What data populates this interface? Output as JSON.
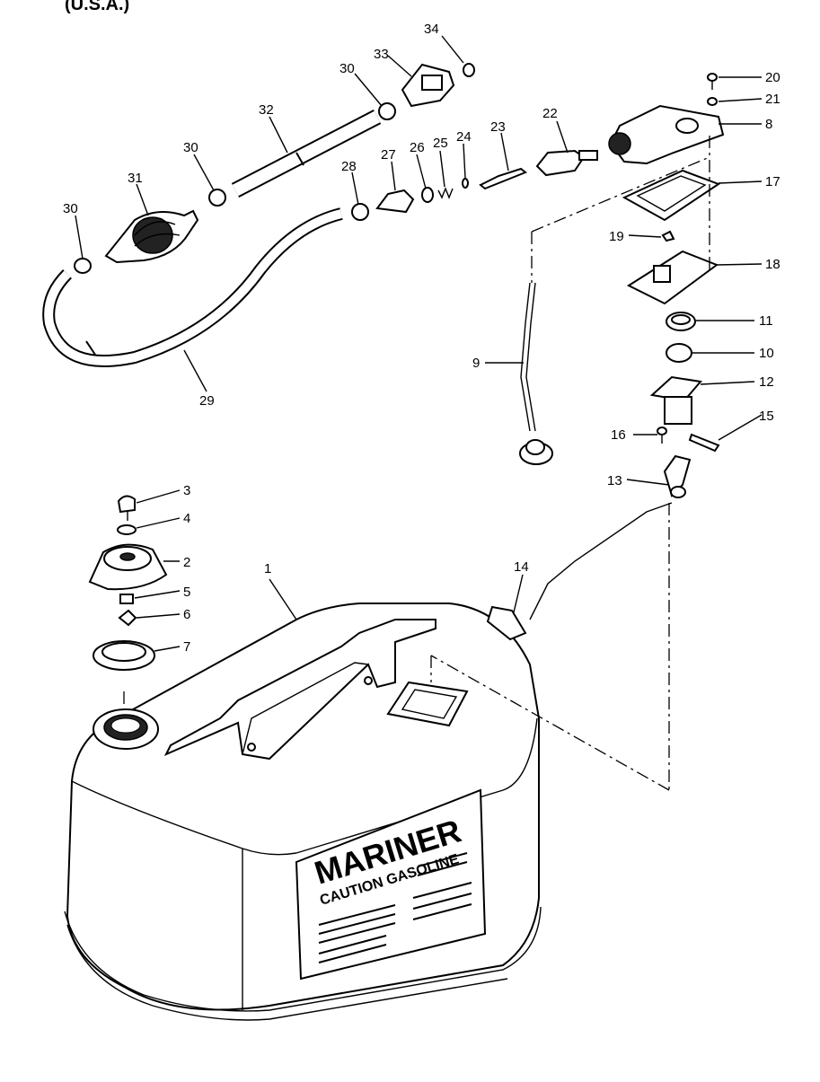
{
  "header": "(U.S.A.)",
  "tank": {
    "brand": "MARINER",
    "caution": "CAUTION GASOLINE"
  },
  "callouts": [
    "1",
    "2",
    "3",
    "4",
    "5",
    "6",
    "7",
    "8",
    "9",
    "10",
    "11",
    "12",
    "13",
    "14",
    "15",
    "16",
    "17",
    "18",
    "19",
    "20",
    "21",
    "22",
    "23",
    "24",
    "25",
    "26",
    "27",
    "28",
    "29",
    "30",
    "31",
    "32",
    "33",
    "34"
  ]
}
